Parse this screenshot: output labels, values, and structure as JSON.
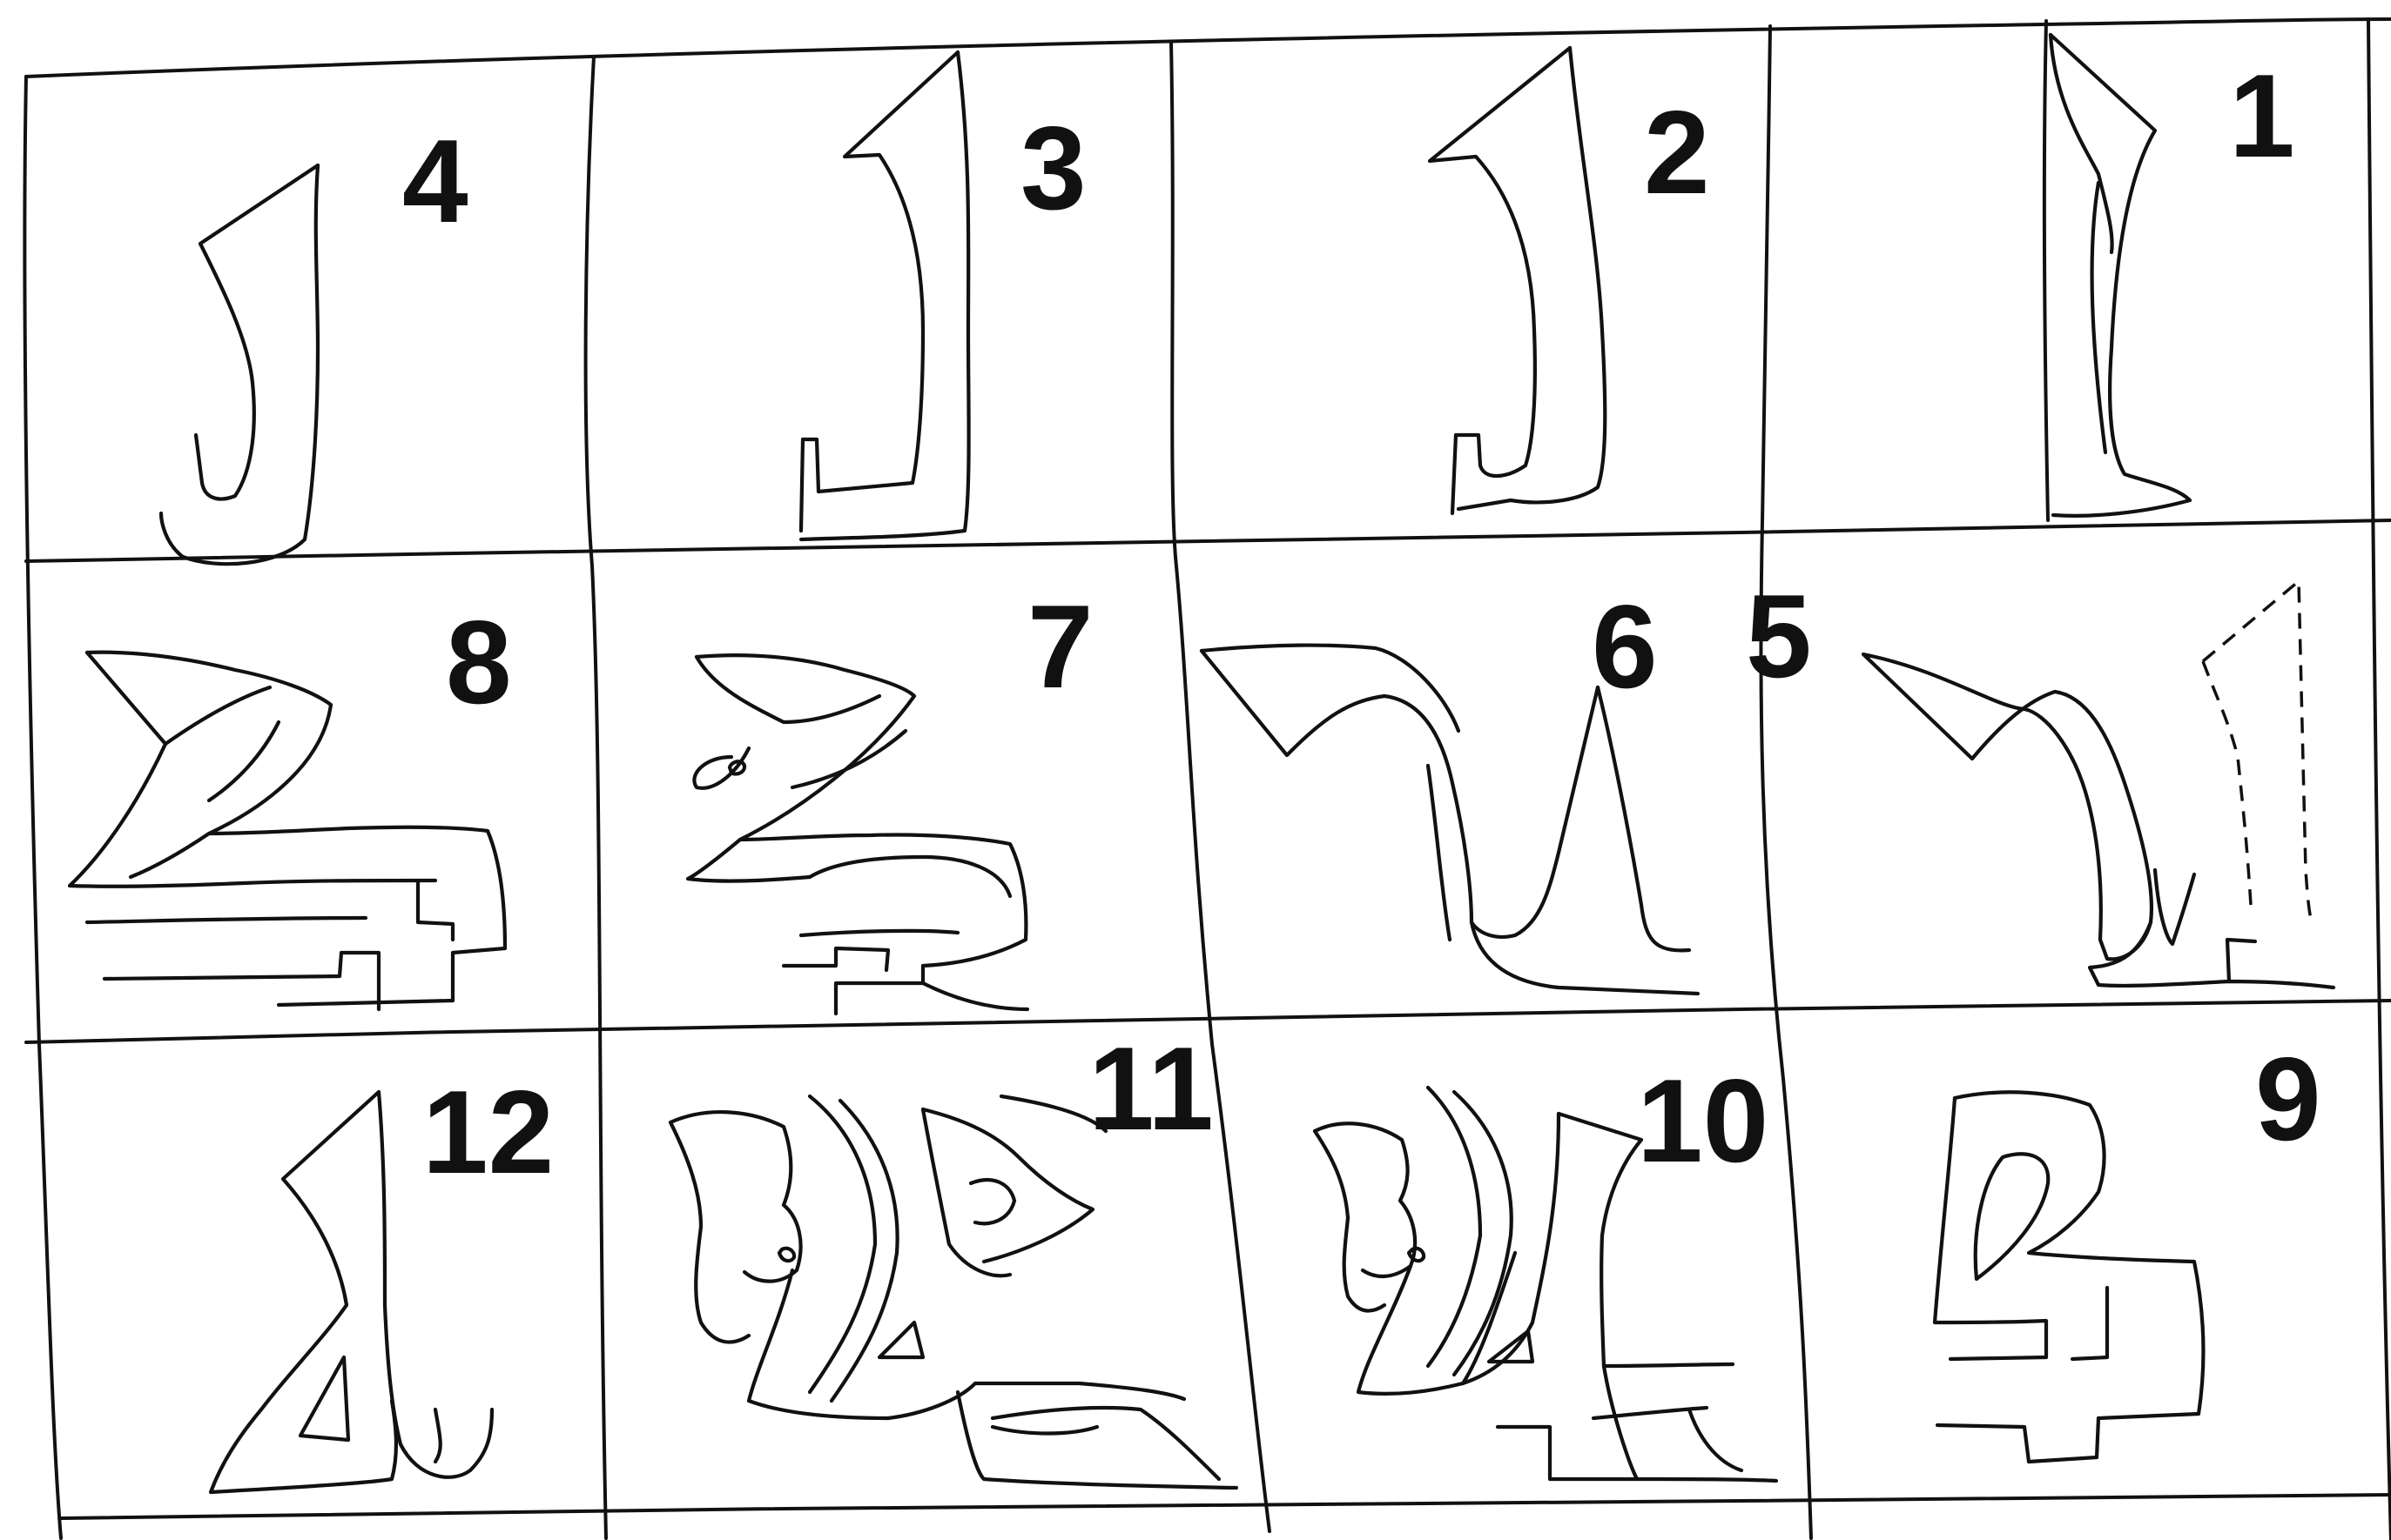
{
  "cells": [
    {
      "number": "1"
    },
    {
      "number": "2"
    },
    {
      "number": "3"
    },
    {
      "number": "4"
    },
    {
      "number": "5"
    },
    {
      "number": "6"
    },
    {
      "number": "7"
    },
    {
      "number": "8"
    },
    {
      "number": "9"
    },
    {
      "number": "10"
    },
    {
      "number": "11"
    },
    {
      "number": "12"
    }
  ],
  "notes": {
    "stroke_color": "#111111",
    "background": "#ffffff"
  }
}
